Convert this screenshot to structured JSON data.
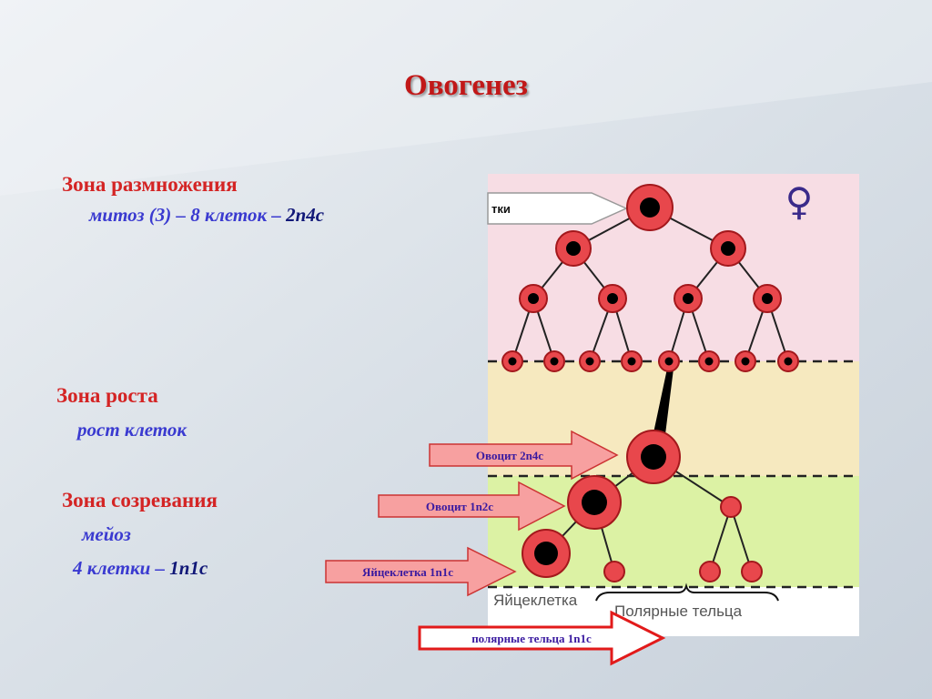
{
  "title": "Овогенез",
  "zones": {
    "reproduction": {
      "title": "Зона размножения",
      "detail_italic": "митоз (3) – 8 клеток – ",
      "detail_formula": "2n4c"
    },
    "growth": {
      "title": "Зона роста",
      "detail": "рост клеток"
    },
    "maturation": {
      "title": "Зона созревания",
      "detail_1": "мейоз",
      "detail_2_italic": "4 клетки – ",
      "detail_2_formula": "1n1c"
    }
  },
  "diagram": {
    "female_symbol": "♀",
    "top_arrow_label": "тки",
    "bottom_label_egg": "Яйцеклетка",
    "bottom_label_polar": "Полярные тельца",
    "arrows": [
      {
        "label": "Овоцит 2n4c"
      },
      {
        "label": "Овоцит 1n2c"
      },
      {
        "label": "Яйцеклетка 1n1c"
      },
      {
        "label": "полярные тельца 1n1c"
      }
    ],
    "colors": {
      "reproduction_band": "#f7dde4",
      "growth_band": "#f6e9bf",
      "maturation_band": "#dcf2a4",
      "cell_fill": "#e8474c",
      "nucleus": "#000000",
      "arrow_fill": "#f7a0a0",
      "outline_arrow": "#e21a1a"
    }
  }
}
